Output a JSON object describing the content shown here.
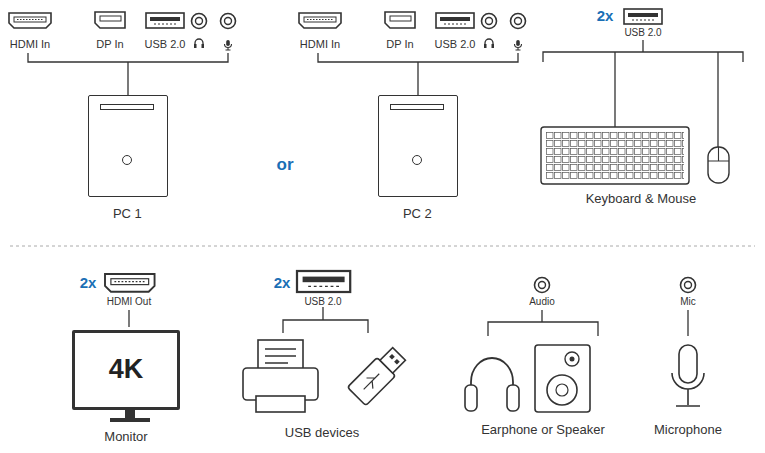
{
  "diagram": {
    "nodes": [
      {
        "text": [
          "PC 1"
        ]
      },
      {
        "text": [
          "PC 2"
        ]
      },
      {
        "text": [
          "4K",
          "Monitor"
        ]
      }
    ],
    "labels": [
      "HDMI In",
      "DP In",
      "USB 2.0",
      "HDMI In",
      "DP In",
      "USB 2.0",
      "or",
      "2x",
      "USB 2.0",
      "Keyboard & Mouse",
      "2x",
      "HDMI Out",
      "2x",
      "USB 2.0",
      "USB devices",
      "Audio",
      "Earphone or Speaker",
      "Mic",
      "Microphone"
    ]
  }
}
